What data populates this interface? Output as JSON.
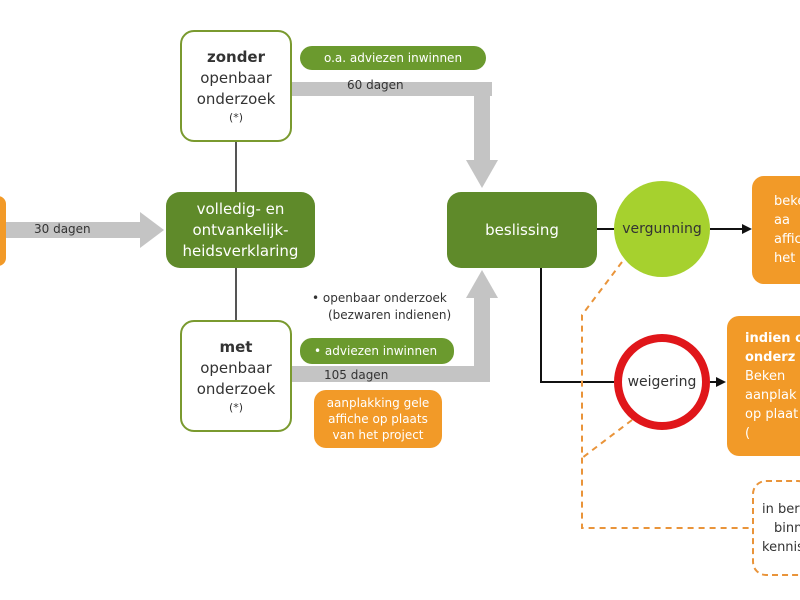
{
  "edges": {
    "left_arrow_label": "30 dagen",
    "top_arrow_label": "60 dagen",
    "bottom_arrow_label": "105 dagen"
  },
  "nodes": {
    "zonder": {
      "line1": "zonder",
      "line2": "openbaar",
      "line3": "onderzoek",
      "line4": "(*)"
    },
    "volledig": {
      "line1": "volledig- en",
      "line2": "ontvankelijk-",
      "line3": "heidsverklaring"
    },
    "met": {
      "line1": "met",
      "line2": "openbaar",
      "line3": "onderzoek",
      "line4": "(*)"
    },
    "beslissing": {
      "label": "beslissing"
    },
    "vergunning": {
      "label": "vergunning"
    },
    "weigering": {
      "label": "weigering"
    }
  },
  "pills": {
    "top": "o.a. adviezen inwinnen",
    "bottom": "adviezen inwinnen"
  },
  "bullets": {
    "item1_line1": "openbaar onderzoek",
    "item1_line2": "(bezwaren indienen)"
  },
  "orange_notes": {
    "aanplakking": {
      "line1": "aanplakking gele",
      "line2": "affiche op plaats",
      "line3": "van het project"
    },
    "right_top": {
      "line1": "beke",
      "line2": "aa",
      "line3": "affic",
      "line4": "het p"
    },
    "right_middle": {
      "line1": "indien o",
      "line2": "onderz",
      "line3": "Beken",
      "line4": "aanplak",
      "line5": "op plaat",
      "line6": "("
    }
  },
  "dashed_note": {
    "line1": "in ber",
    "line2": "binn",
    "line3": "kennis"
  },
  "colors": {
    "green_dark": "#5f8a2a",
    "green_light": "#a6d12e",
    "orange": "#f29a28",
    "red": "#e0161a",
    "arrow_gray": "#c4c4c4"
  }
}
